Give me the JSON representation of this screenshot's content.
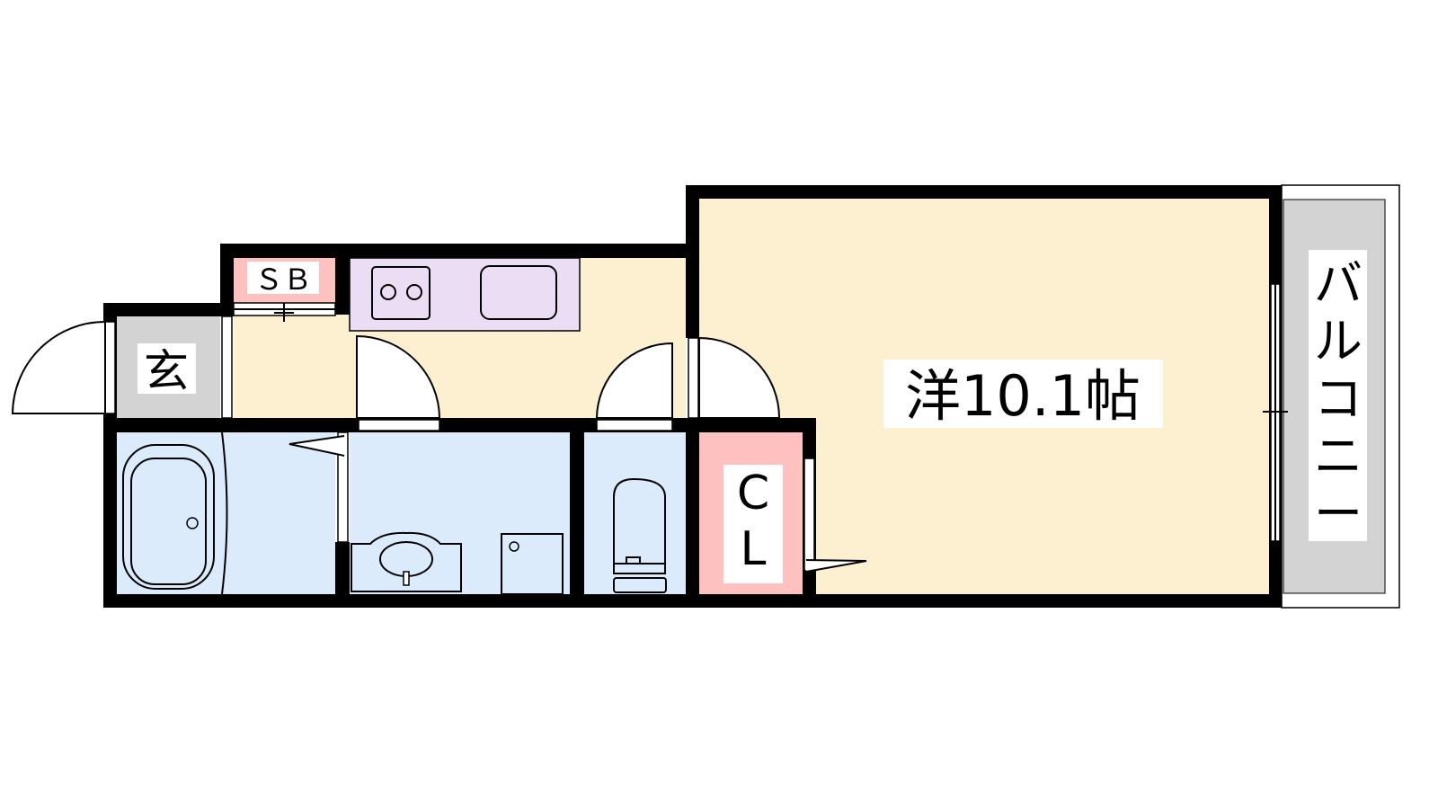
{
  "rooms": {
    "western_room": "洋10.1帖",
    "balcony": [
      "バ",
      "ル",
      "コ",
      "ニ",
      "ー"
    ],
    "entrance": "玄",
    "shoe_box": "ＳＢ",
    "closet": [
      "C",
      "L"
    ]
  },
  "colors": {
    "wall": "#000000",
    "room_floor": "#FDF0D0",
    "wet_area": "#DCEBFC",
    "storage": "#FFC0C0",
    "kitchen": "#EBDDF3",
    "entrance_floor": "#D3D3D3",
    "balcony_floor": "#D3D3D3"
  }
}
